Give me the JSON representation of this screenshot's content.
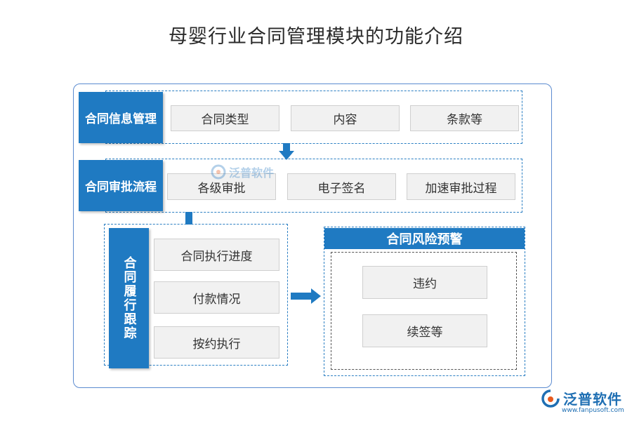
{
  "title": "母婴行业合同管理模块的功能介绍",
  "sections": {
    "info": {
      "label": "合同信息管理",
      "items": [
        "合同类型",
        "内容",
        "条款等"
      ]
    },
    "approval": {
      "label": "合同审批流程",
      "items": [
        "各级审批",
        "电子签名",
        "加速审批过程"
      ]
    },
    "tracking": {
      "label": "合同履行跟踪",
      "items": [
        "合同执行进度",
        "付款情况",
        "按约执行"
      ]
    },
    "risk": {
      "label": "合同风险预警",
      "items": [
        "违约",
        "续签等"
      ]
    }
  },
  "watermark": {
    "text": "泛普软件"
  },
  "logo": {
    "text": "泛普软件",
    "url": "www.fanpusoft.com"
  },
  "colors": {
    "accent": "#1f7ac2",
    "border": "#2b7fc3",
    "cell_bg": "#f1f1f1"
  }
}
